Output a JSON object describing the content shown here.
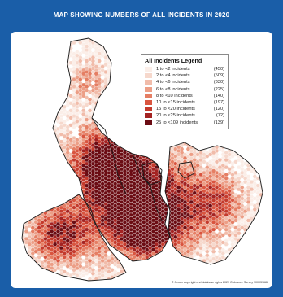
{
  "header": {
    "title": "MAP SHOWING NUMBERS OF ALL INCIDENTS IN 2020"
  },
  "legend": {
    "title": "All Incidents Legend",
    "items": [
      {
        "label": "1 to <2 incidents",
        "count": "(450)",
        "color": "#fbeee8"
      },
      {
        "label": "2 to <4 incidents",
        "count": "(509)",
        "color": "#f6d8cc"
      },
      {
        "label": "4 to <6 incidents",
        "count": "(330)",
        "color": "#f1bcaa"
      },
      {
        "label": "6 to <8 incidents",
        "count": "(225)",
        "color": "#ec9e86"
      },
      {
        "label": "8 to <10 incidents",
        "count": "(140)",
        "color": "#e57e63"
      },
      {
        "label": "10 to <15 incidents",
        "count": "(197)",
        "color": "#d9553f"
      },
      {
        "label": "15 to <20 incidents",
        "count": "(120)",
        "color": "#c43a2c"
      },
      {
        "label": "20 to <25 incidents",
        "count": "(72)",
        "color": "#a42322"
      },
      {
        "label": "25 to <109 incidents",
        "count": "(139)",
        "color": "#6b0c13"
      }
    ]
  },
  "credit": "© Crown copyright and database rights 2021 Ordnance Survey 100039686",
  "colors": {
    "frame": "#1a5ea8",
    "map_background": "#ffffff",
    "boundary": "#1a1a1a"
  }
}
